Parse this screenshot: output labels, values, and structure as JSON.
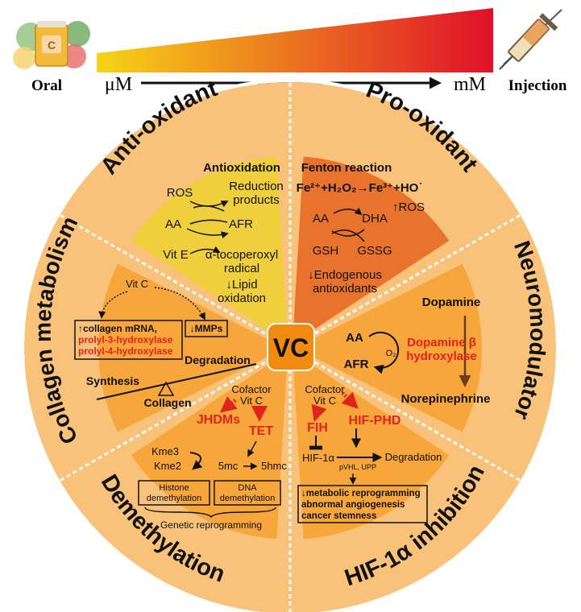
{
  "header": {
    "oral_label": "Oral",
    "injection_label": "Injection",
    "um_label": "μM",
    "mm_label": "mM",
    "capsule_letter": "C",
    "gradient_colors": [
      "#f6d416",
      "#e0102a"
    ]
  },
  "center": {
    "label": "VC",
    "color": "#f08b10"
  },
  "colors": {
    "antioxidant": "#f0cf3c",
    "prooxidant": "#e8732c",
    "orange_wedge": "#f6a63a",
    "outer_ring": "#f9c27a",
    "red_text": "#e0241b"
  },
  "sectors": {
    "antioxidant": {
      "ring_title": "Anti-oxidant",
      "heading": "Antioxidation",
      "ros": "ROS",
      "reduction_products": [
        "Reduction",
        "products"
      ],
      "aa": "AA",
      "afr": "AFR",
      "vit_e": "Vit E",
      "tocopheroxyl": [
        "α-tocoperoxyl",
        "radical"
      ],
      "lipid_oxidation": [
        "↓Lipid",
        "oxidation"
      ]
    },
    "prooxidant": {
      "ring_title": "Pro-oxidant",
      "heading": "Fenton reaction",
      "fenton_equation": "Fe²⁺+H₂O₂→Fe³⁺+HO˙",
      "ros_up": "↑ROS",
      "aa": "AA",
      "dha": "DHA",
      "gsh": "GSH",
      "gssg": "GSSG",
      "endogenous": [
        "↓Endogenous",
        "antioxidants"
      ]
    },
    "neuromodulator": {
      "ring_title": "Neuromodulator",
      "dopamine": "Dopamine",
      "aa": "AA",
      "afr": "AFR",
      "o2": "O₂",
      "enzyme": [
        "Dopamine β",
        "hydroxylase"
      ],
      "norepinephrine": "Norepinephrine"
    },
    "hif": {
      "ring_title": "HIF-1α inhibition",
      "cofactor": [
        "Cofactor",
        "Vit C"
      ],
      "fih": "FIH",
      "hif_phd": "HIF-PHD",
      "hif1a": "HIF-1α",
      "degradation": "Degradation",
      "pathway": "pVHL, UPP",
      "effects": [
        "↓metabolic reprogramming",
        "abnormal angiogenesis",
        "cancer stemness"
      ]
    },
    "demethylation": {
      "ring_title": "Demethylation",
      "cofactor": [
        "Cofactor",
        "Vit C"
      ],
      "jhdms": "JHDMs",
      "tet": "TET",
      "kme3": "Kme3",
      "kme2": "Kme2",
      "mc": "5mc",
      "hmc": "5hmc",
      "histone": [
        "Histone",
        "demethylation"
      ],
      "dna": [
        "DNA",
        "demethylation"
      ],
      "genetic": "Genetic reprogramming"
    },
    "collagen": {
      "ring_title": "Collagen metabolism",
      "vit_c": "Vit C",
      "collagen_mrna": "↑collagen mRNA,",
      "p3h": "prolyl-3-hydroxylase",
      "p4h": "prolyl-4-hydroxylase",
      "mmps": "↓MMPs",
      "degradation": "Degradation",
      "synthesis": "Synthesis",
      "collagen": "Collagen"
    }
  }
}
